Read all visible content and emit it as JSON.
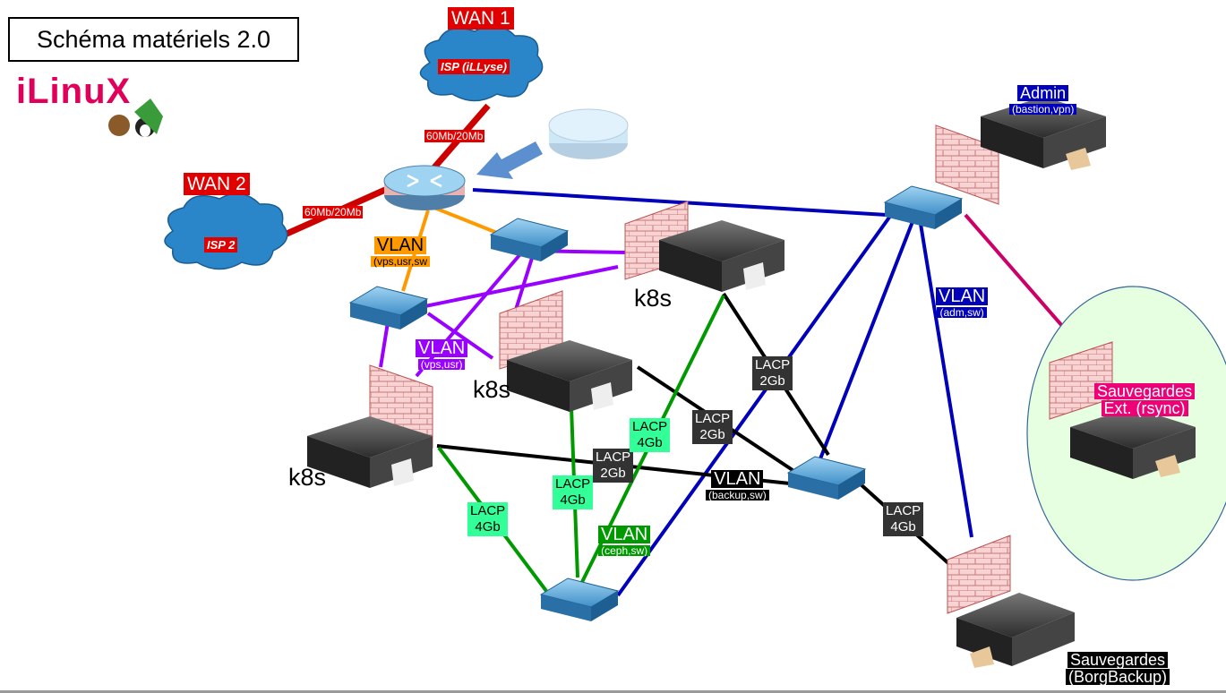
{
  "title": "Schéma matériels 2.0",
  "logo": {
    "text": "iLinuX"
  },
  "wan1": {
    "label": "WAN 1",
    "isp": "ISP (iLLyse)",
    "speed": "60Mb/20Mb"
  },
  "wan2": {
    "label": "WAN 2",
    "isp": "ISP 2",
    "speed": "60Mb/20Mb"
  },
  "vlan_orange": {
    "label": "VLAN",
    "sub": "(vps,usr,sw"
  },
  "vlan_purple": {
    "label": "VLAN",
    "sub": "(vps,usr)"
  },
  "vlan_blue": {
    "label": "VLAN",
    "sub": "(adm,sw)"
  },
  "vlan_black": {
    "label": "VLAN",
    "sub": "(backup,sw)"
  },
  "vlan_green": {
    "label": "VLAN",
    "sub": "(ceph,sw)"
  },
  "admin": {
    "label": "Admin",
    "sub": "(bastion,vpn)"
  },
  "sauv_ext": {
    "line1": "Sauvegardes",
    "line2": "Ext. (rsync)"
  },
  "sauv_borg": {
    "line1": "Sauvegardes",
    "line2": "(BorgBackup)"
  },
  "k8s": [
    "k8s",
    "k8s",
    "k8s"
  ],
  "lacp": [
    {
      "l1": "LACP",
      "l2": "2Gb"
    },
    {
      "l1": "LACP",
      "l2": "2Gb"
    },
    {
      "l1": "LACP",
      "l2": "2Gb"
    },
    {
      "l1": "LACP",
      "l2": "4Gb"
    },
    {
      "l1": "LACP",
      "l2": "4Gb"
    },
    {
      "l1": "LACP",
      "l2": "4Gb"
    },
    {
      "l1": "LACP",
      "l2": "4Gb"
    }
  ],
  "colors": {
    "wan": "#cc0000",
    "orange": "#ff9900",
    "purple": "#9900ff",
    "blue": "#0000bb",
    "green": "#009900",
    "magenta": "#cc0066",
    "black": "#000000",
    "lacp_green": "#33ff99"
  }
}
